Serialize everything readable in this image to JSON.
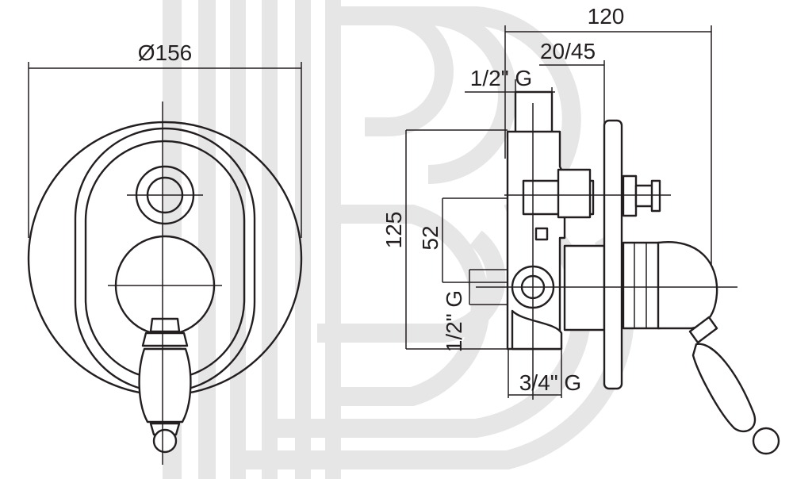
{
  "dimensions": {
    "diameter": "Ø156",
    "depth_total": "120",
    "depth_range": "20/45",
    "top_thread": "1/2\" G",
    "height": "125",
    "center_offset": "52",
    "side_thread": "1/2\" G",
    "bottom_thread": "3/4\" G"
  },
  "colors": {
    "line": "#231f20",
    "watermark": "#e6e6e6"
  }
}
